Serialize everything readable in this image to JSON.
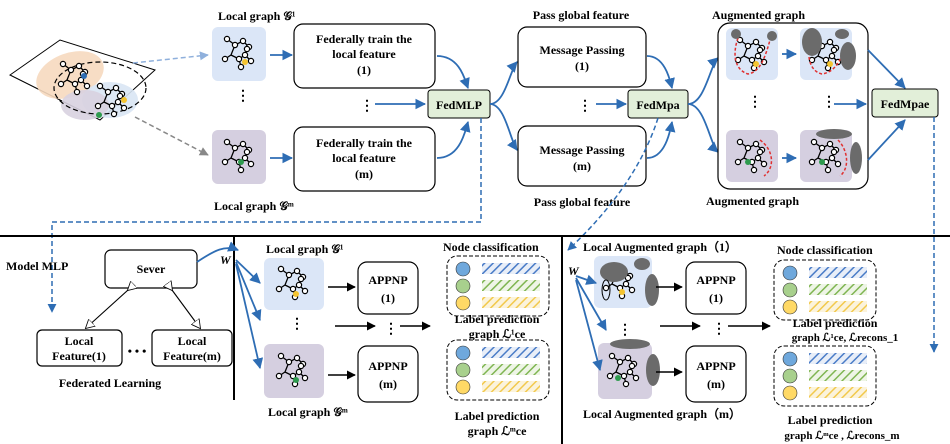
{
  "top": {
    "local_graph_1": "Local graph 𝒢¹",
    "local_graph_m": "Local graph 𝒢ᵐ",
    "train_box_1": [
      "Federally train the",
      "local feature",
      "(1)"
    ],
    "train_box_m": [
      "Federally train the",
      "local feature",
      "(m)"
    ],
    "fedmlp": "FedMLP",
    "pass_global_top": "Pass global feature",
    "pass_global_bottom": "Pass global feature",
    "mp_1": [
      "Message Passing",
      "(1)"
    ],
    "mp_m": [
      "Message Passing",
      "(m)"
    ],
    "fedmpa": "FedMpa",
    "augmented_top": "Augmented graph",
    "augmented_bottom": "Augmented graph",
    "fedmpae": "FedMpae"
  },
  "left_panel": {
    "model_mlp": "Model MLP",
    "sever": "Sever",
    "w": "W",
    "local_feature_1": [
      "Local",
      "Feature(1)"
    ],
    "local_feature_m": [
      "Local",
      "Feature(m)"
    ],
    "dots": "• • •",
    "federated_learning": "Federated Learning"
  },
  "mid_panel": {
    "local_graph_1": "Local graph 𝒢¹",
    "local_graph_m": "Local graph 𝒢ᵐ",
    "appnp_1": [
      "APPNP",
      "(1)"
    ],
    "appnp_m": [
      "APPNP",
      "(m)"
    ],
    "node_classification": "Node classification",
    "label_pred_1": [
      "Label prediction",
      "graph ℒ¹ce"
    ],
    "label_pred_m": [
      "Label prediction",
      "graph ℒᵐce"
    ]
  },
  "right_panel": {
    "w": "W",
    "local_aug_1": "Local Augmented graph（1）",
    "local_aug_m": "Local Augmented graph（m）",
    "appnp_1": [
      "APPNP",
      "(1)"
    ],
    "appnp_m": [
      "APPNP",
      "(m)"
    ],
    "node_classification": "Node classification",
    "label_pred_1": [
      "Label prediction",
      "graph ℒ¹ce, ℒrecons_1"
    ],
    "label_pred_m": [
      "Label prediction",
      "graph ℒᵐce , ℒrecons_m"
    ]
  },
  "colors": {
    "blue_arrow": "#2e6db4",
    "graph_blue_bg": "#dbe6f7",
    "graph_purple_bg": "#d5cfe0",
    "fed_green": "#e2efd9",
    "node_yellow": "#f4c430",
    "node_green": "#2e9b4e",
    "node_blue_stripe": "#4a7cc7",
    "node_green_stripe": "#7fb552",
    "node_yellow_stripe": "#f2c94c",
    "aug_red": "#e03030",
    "aug_gray": "#6b6b6b"
  }
}
